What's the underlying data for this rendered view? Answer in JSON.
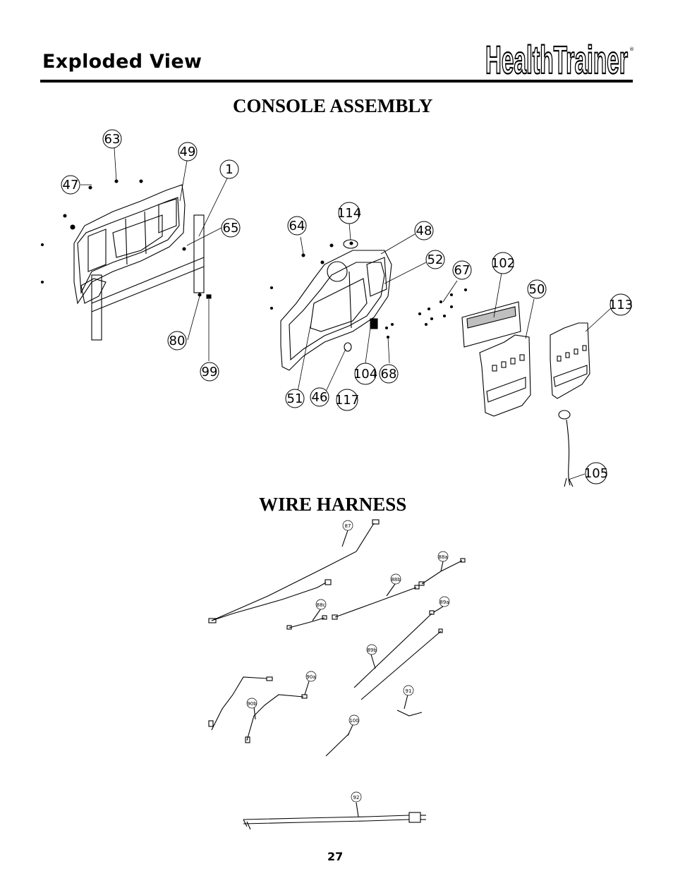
{
  "header": {
    "title": "Exploded View",
    "brand_logo": "HealthTrainer"
  },
  "sections": {
    "console_title": "CONSOLE ASSEMBLY",
    "wire_title": "WIRE HARNESS"
  },
  "console_callouts": [
    "63",
    "49",
    "1",
    "47",
    "65",
    "80",
    "99",
    "64",
    "114",
    "48",
    "52",
    "67",
    "102",
    "50",
    "113",
    "104",
    "68",
    "51",
    "46",
    "117",
    "105"
  ],
  "wire_callouts": [
    "87",
    "88a",
    "88b",
    "88c",
    "89a",
    "89b",
    "90a",
    "90b",
    "91",
    "100",
    "92"
  ],
  "footer": {
    "page_number": "27"
  }
}
